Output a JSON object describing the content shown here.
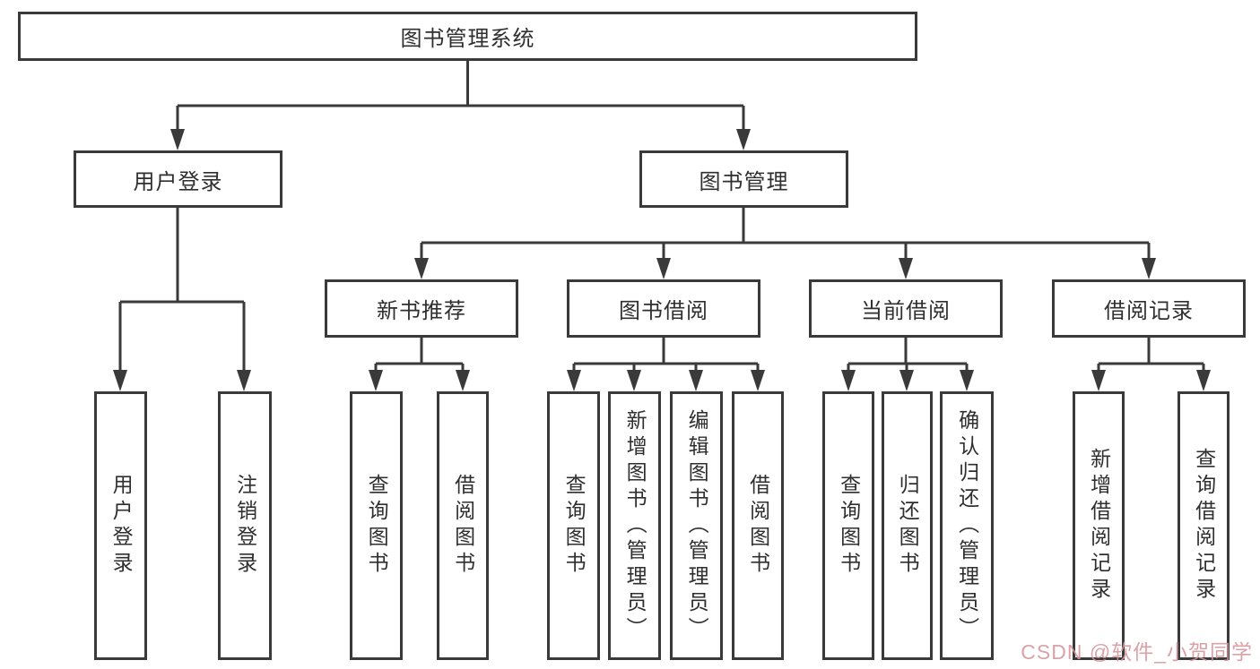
{
  "tree": {
    "root": "图书管理系统",
    "login_branch": {
      "label": "用户登录",
      "children": [
        "用户登录",
        "注销登录"
      ]
    },
    "mgmt_branch": {
      "label": "图书管理",
      "sections": [
        {
          "label": "新书推荐",
          "children": [
            "查询图书",
            "借阅图书"
          ]
        },
        {
          "label": "图书借阅",
          "children": [
            "查询图书",
            "新增图书（管理员）",
            "编辑图书（管理员）",
            "借阅图书"
          ]
        },
        {
          "label": "当前借阅",
          "children": [
            "查询图书",
            "归还图书",
            "确认归还（管理员）"
          ]
        },
        {
          "label": "借阅记录",
          "children": [
            "新增借阅记录",
            "查询借阅记录"
          ]
        }
      ]
    }
  },
  "watermark": {
    "text": "CSDN @软件_小贺同学",
    "color": "#d6969b"
  },
  "colors": {
    "line": "#3a3a3a",
    "text": "#2f2f2f",
    "background": "#ffffff"
  }
}
